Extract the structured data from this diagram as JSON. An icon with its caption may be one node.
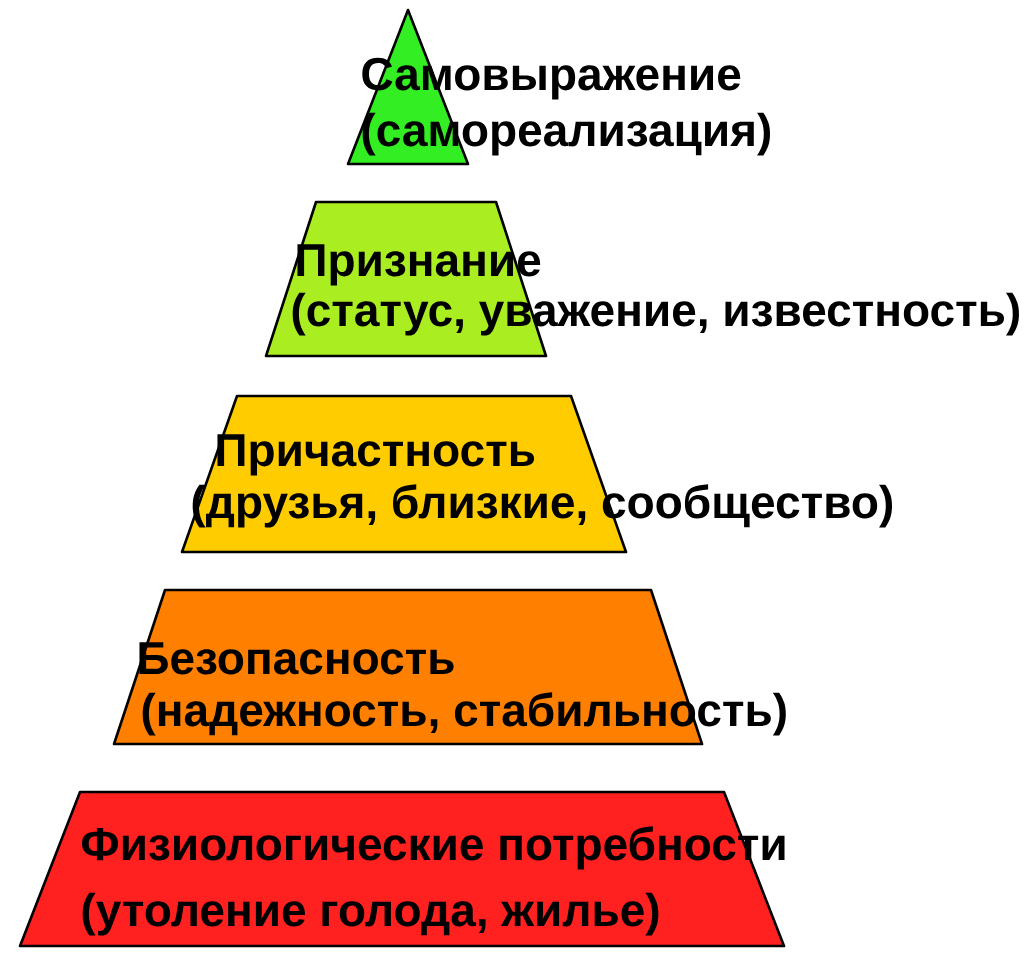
{
  "diagram": {
    "nodes": [
      {
        "text": [
          "Самовыражение",
          "(самореализация)"
        ]
      },
      {
        "text": [
          "Признание",
          "(статус, уважение, известность)"
        ]
      },
      {
        "text": [
          "Причастность",
          "(друзья, близкие, сообщество)"
        ]
      },
      {
        "text": [
          "Безопасность",
          "(надежность, стабильность)"
        ]
      },
      {
        "text": [
          "Физиологические потребности",
          "(утоление голода, жилье)"
        ]
      }
    ]
  }
}
